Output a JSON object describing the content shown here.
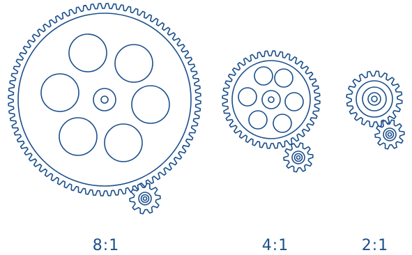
{
  "colors": {
    "stroke": "#1b4f8a",
    "background": "#ffffff"
  },
  "gear_sets": [
    {
      "ratio_label": "8:1",
      "large_gear_teeth": 80,
      "pinion_teeth": 10,
      "ratio": 8
    },
    {
      "ratio_label": "4:1",
      "large_gear_teeth": 40,
      "pinion_teeth": 10,
      "ratio": 4
    },
    {
      "ratio_label": "2:1",
      "large_gear_teeth": 20,
      "pinion_teeth": 10,
      "ratio": 2
    }
  ]
}
